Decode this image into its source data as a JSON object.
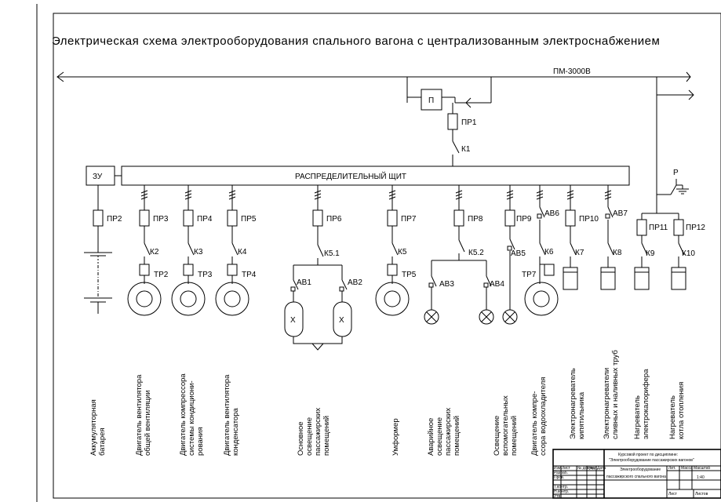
{
  "title": "Электрическая схема электрооборудования спального вагона с централизованным электроснабжением",
  "bus_label": "ПМ-3000В",
  "panel_label": "РАСПРЕДЕЛИТЕЛЬНЫЙ ЩИТ",
  "charger_label": "ЗУ",
  "converter_label": "П",
  "relay_label": "Р",
  "components": {
    "fuses": [
      "ПР1",
      "ПР2",
      "ПР3",
      "ПР4",
      "ПР5",
      "ПР6",
      "ПР7",
      "ПР8",
      "ПР9",
      "ПР10",
      "ПР11",
      "ПР12"
    ],
    "contactors": [
      "К1",
      "К2",
      "К3",
      "К4",
      "К5.1",
      "К5",
      "К5.2",
      "К6",
      "К7",
      "К8",
      "К9",
      "К10"
    ],
    "breakers": [
      "АВ1",
      "АВ2",
      "АВ3",
      "АВ4",
      "АВ5",
      "АВ6",
      "АВ7"
    ],
    "transformers": [
      "ТР2",
      "ТР3",
      "ТР4",
      "ТР5",
      "ТР7"
    ],
    "lamp_mark": "X"
  },
  "consumers": [
    [
      "Аккумуляторная",
      "батарея"
    ],
    [
      "Двигатель вентилятора",
      "общей вентиляции"
    ],
    [
      "Двигатель компрессора",
      "системы кондициони-",
      "рования"
    ],
    [
      "Двигатель вентилятора",
      "конденсатора"
    ],
    [
      "Основное",
      "освещение",
      "пассажирских",
      "помещений"
    ],
    [
      "Умформер"
    ],
    [
      "Аварийное",
      "освещение",
      "пассажирских",
      "помещений"
    ],
    [
      "Освещение",
      "вспомогательных",
      "помещений"
    ],
    [
      "Двигатель компре-",
      "ссора водоохладителя"
    ],
    [
      "Электронагреватель",
      "кипятильника"
    ],
    [
      "Электронагреватели",
      "сливных и наливных труб"
    ],
    [
      "Нагреватель",
      "электрокалорифера"
    ],
    [
      "Нагреватель",
      "котла отопления"
    ]
  ],
  "stamp": {
    "project_line1": "Курсовой проект по дисциплине:",
    "project_line2": "\"Электрооборудование пассажирских вагонов\"",
    "drawing_line1": "Электрооборудование",
    "drawing_line2": "пассажирского спального вагона",
    "col_stage": "Лит.",
    "col_mass": "Масса",
    "col_scale": "Масштаб",
    "scale": "1:40",
    "row_labels": [
      "Изм.",
      "Лист",
      "№ докум.",
      "Подп.",
      "Дата",
      "Разраб.",
      "Пров.",
      "Т.контр.",
      "Н.контр.",
      "Утв."
    ],
    "sheet": "Лист",
    "sheets": "Листов"
  }
}
